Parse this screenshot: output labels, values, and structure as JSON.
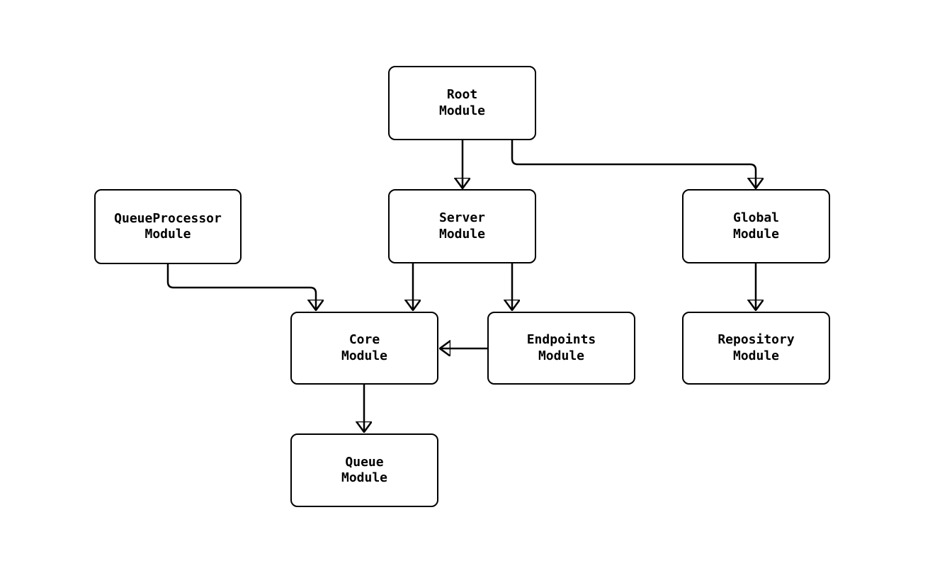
{
  "diagram": {
    "background_color": "#ffffff",
    "stroke_color": "#000000",
    "text_color": "#000000",
    "nodes": [
      {
        "id": "root",
        "label": "Root\nModule"
      },
      {
        "id": "queueprocessor",
        "label": "QueueProcessor\nModule"
      },
      {
        "id": "server",
        "label": "Server\nModule"
      },
      {
        "id": "global",
        "label": "Global\nModule"
      },
      {
        "id": "core",
        "label": "Core\nModule"
      },
      {
        "id": "endpoints",
        "label": "Endpoints\nModule"
      },
      {
        "id": "repository",
        "label": "Repository\nModule"
      },
      {
        "id": "queue",
        "label": "Queue\nModule"
      }
    ],
    "edges": [
      {
        "from": "root",
        "to": "server"
      },
      {
        "from": "root",
        "to": "global"
      },
      {
        "from": "queueprocessor",
        "to": "core"
      },
      {
        "from": "server",
        "to": "core"
      },
      {
        "from": "server",
        "to": "endpoints"
      },
      {
        "from": "endpoints",
        "to": "core"
      },
      {
        "from": "global",
        "to": "repository"
      },
      {
        "from": "core",
        "to": "queue"
      }
    ]
  }
}
